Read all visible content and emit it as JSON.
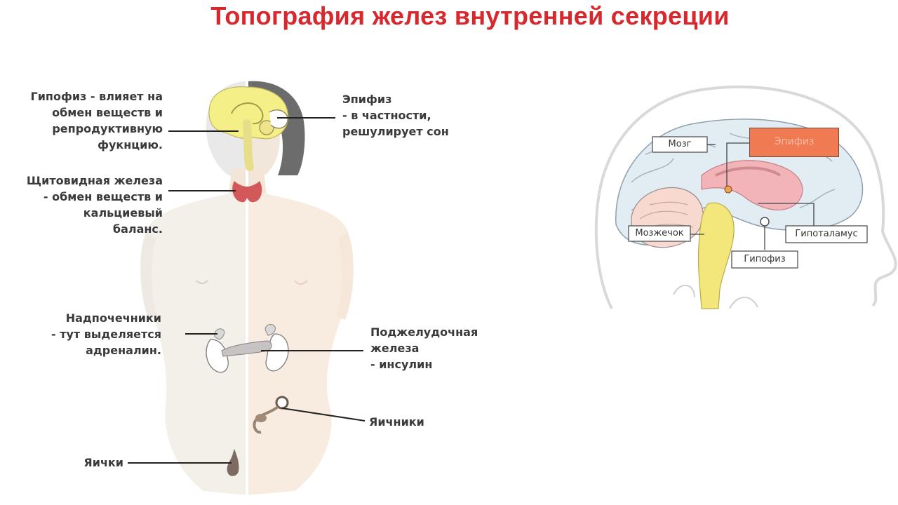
{
  "title": "Топография желез внутренней секреции",
  "body_labels": {
    "hypophysis": "Гипофиз - влияет на\nобмен веществ и\nрепродуктивную\nфукнцию.",
    "epiphysis": "Эпифиз\n- в частности,\nрешулирует сон",
    "thyroid": "Щитовидная железа\n- обмен веществ и\nкальциевый\nбаланс.",
    "adrenal": "Надпочечники\n- тут выделяется\nадреналин.",
    "pancreas": "Поджелудочная\nжелеза\n- инсулин",
    "ovaries": "Яичники",
    "testes": "Яички"
  },
  "brain_labels": {
    "brain": "Мозг",
    "epiphysis": "Эпифиз",
    "cerebellum": "Мозжечок",
    "hypothalamus": "Гипоталамус",
    "hypophysis": "Гипофиз"
  },
  "colors": {
    "title": "#d8272d",
    "brain_yellow": "#f1ee7a",
    "thyroid": "#d2585a",
    "epiphysis_box": "#f07a52",
    "skin": "#f6e9dc"
  }
}
